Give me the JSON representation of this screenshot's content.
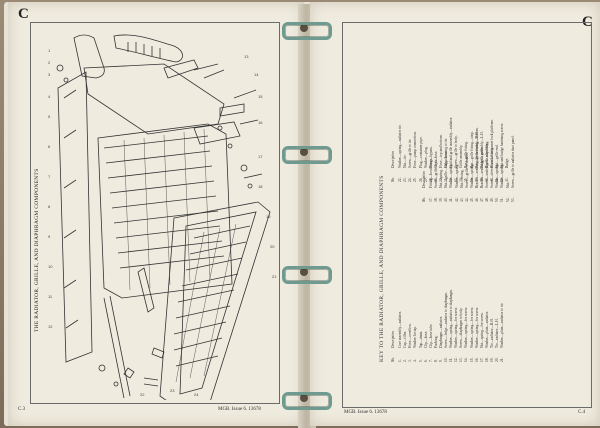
{
  "left_page": {
    "section_letter": "C",
    "figure_title": "THE RADIATOR, GRILLE, AND DIAPHRAGM COMPONENTS",
    "page_number": "C.3",
    "footer": "MGB. Issue 6. 13678"
  },
  "right_page": {
    "section_letter": "C",
    "key_title": "KEY TO THE RADIATOR, GRILLE, AND DIAPHRAGM COMPONENTS",
    "header_no": "No.",
    "header_description": "Description",
    "key_left": [
      {
        "no": "1.",
        "desc": "Core assembly—radiator."
      },
      {
        "no": "2.",
        "desc": "Cap—filler."
      },
      {
        "no": "3.",
        "desc": "Hose—overflow."
      },
      {
        "no": "4.",
        "desc": "Washer for tap."
      },
      {
        "no": "5.",
        "desc": "Tap—drain."
      },
      {
        "no": "6.",
        "desc": "Clip—hose."
      },
      {
        "no": "7.",
        "desc": "Clip—hose tube."
      },
      {
        "no": "8.",
        "desc": "Packing."
      },
      {
        "no": "9.",
        "desc": "Diaphragm—radiator."
      },
      {
        "no": "10.",
        "desc": "Screw—ledge—radiator to diaphragm."
      },
      {
        "no": "11.",
        "desc": "Washer—spring—radiator to diaphragm."
      },
      {
        "no": "12.",
        "desc": "Washer—spring—for screw."
      },
      {
        "no": "13.",
        "desc": "Screw—diaphragm to body."
      },
      {
        "no": "14.",
        "desc": "Washer—spring—for screw."
      },
      {
        "no": "15.",
        "desc": "Washer—spring—for screw."
      },
      {
        "no": "16.",
        "desc": "Washer—spring—for screw."
      },
      {
        "no": "17.",
        "desc": "Nut—spring—for screw."
      },
      {
        "no": "18.",
        "desc": "Washer—plain—radiator."
      },
      {
        "no": "19.",
        "desc": "Tie—radiator—R.H."
      },
      {
        "no": "20.",
        "desc": "Tie—radiator—L.H."
      },
      {
        "no": "21.",
        "desc": "Washer—plain—radiator to tie."
      }
    ],
    "key_right": [
      {
        "no": "22.",
        "desc": "Washer—spring—radiator tie."
      },
      {
        "no": "23.",
        "desc": "Nut—tie."
      },
      {
        "no": "24.",
        "desc": "Screw—grille to tie."
      },
      {
        "no": "25.",
        "desc": "Hose—pump connection."
      },
      {
        "no": "26.",
        "desc": "Plug—container pipe."
      },
      {
        "no": "27.",
        "desc": "Washer—plug."
      },
      {
        "no": "28.",
        "desc": "Hose—bypass."
      },
      {
        "no": "29.",
        "desc": "Clip—hose."
      },
      {
        "no": "30.",
        "desc": "Hose—top and bottom."
      },
      {
        "no": "31.",
        "desc": "Clip—hose."
      },
      {
        "no": "32.",
        "desc": "Grid and grille assembly—radiator."
      },
      {
        "no": "33.",
        "desc": "Screw—grille to body."
      },
      {
        "no": "34.",
        "desc": "Grille assembly."
      },
      {
        "no": "35.",
        "desc": "Bar—grille fixing."
      },
      {
        "no": "36.",
        "desc": "Bar—grille fixing—strip."
      },
      {
        "no": "37.",
        "desc": "Bar—grille fixing—bottom."
      },
      {
        "no": "38.",
        "desc": "Badge—grille."
      },
      {
        "no": "39.",
        "desc": "Rivet—clip fixing."
      },
      {
        "no": "40.",
        "desc": "Rivet—fixing."
      },
      {
        "no": "41.",
        "desc": "Nut—grille end."
      },
      {
        "no": "42.",
        "desc": "Nut and badge fastening screw."
      },
      {
        "no": "43.",
        "desc": "Badge."
      }
    ],
    "key_far": [
      {
        "no": "37.",
        "desc": "Fitting—hood hinge."
      },
      {
        "no": "38.",
        "desc": "Screw—grille to tie."
      },
      {
        "no": "39.",
        "desc": "Nut—spring."
      },
      {
        "no": "40.",
        "desc": "Nut—grille—badge housing to tie."
      },
      {
        "no": "41.",
        "desc": "Washer—spring."
      },
      {
        "no": "42.",
        "desc": "Washer—spring."
      },
      {
        "no": "43.",
        "desc": "Nut—fixing."
      },
      {
        "no": "44.",
        "desc": "Screw—grille to chassis."
      },
      {
        "no": "45.",
        "desc": "Washer—spring."
      },
      {
        "no": "46.",
        "desc": "Bracket—sealed grille assembly—R.H."
      },
      {
        "no": "47.",
        "desc": "Bracket—sealed grille assembly—L.H."
      },
      {
        "no": "48.",
        "desc": "Screw—sealed grille assembly."
      },
      {
        "no": "49.",
        "desc": "Screw—sleeve bracket to bonnet lock platform."
      },
      {
        "no": "50.",
        "desc": "Washer—spring."
      },
      {
        "no": "51.",
        "desc": "Washer—spring."
      },
      {
        "no": "52.",
        "desc": "Nut."
      },
      {
        "no": "53.",
        "desc": "Screw—grille to radiator duct panel."
      }
    ],
    "page_number": "C.4",
    "footer": "MGB. Issue 6. 13678"
  },
  "colors": {
    "paper": "#efebdf",
    "ring": "#6f9a90",
    "ink": "#222222",
    "table": "#8a7a66"
  }
}
